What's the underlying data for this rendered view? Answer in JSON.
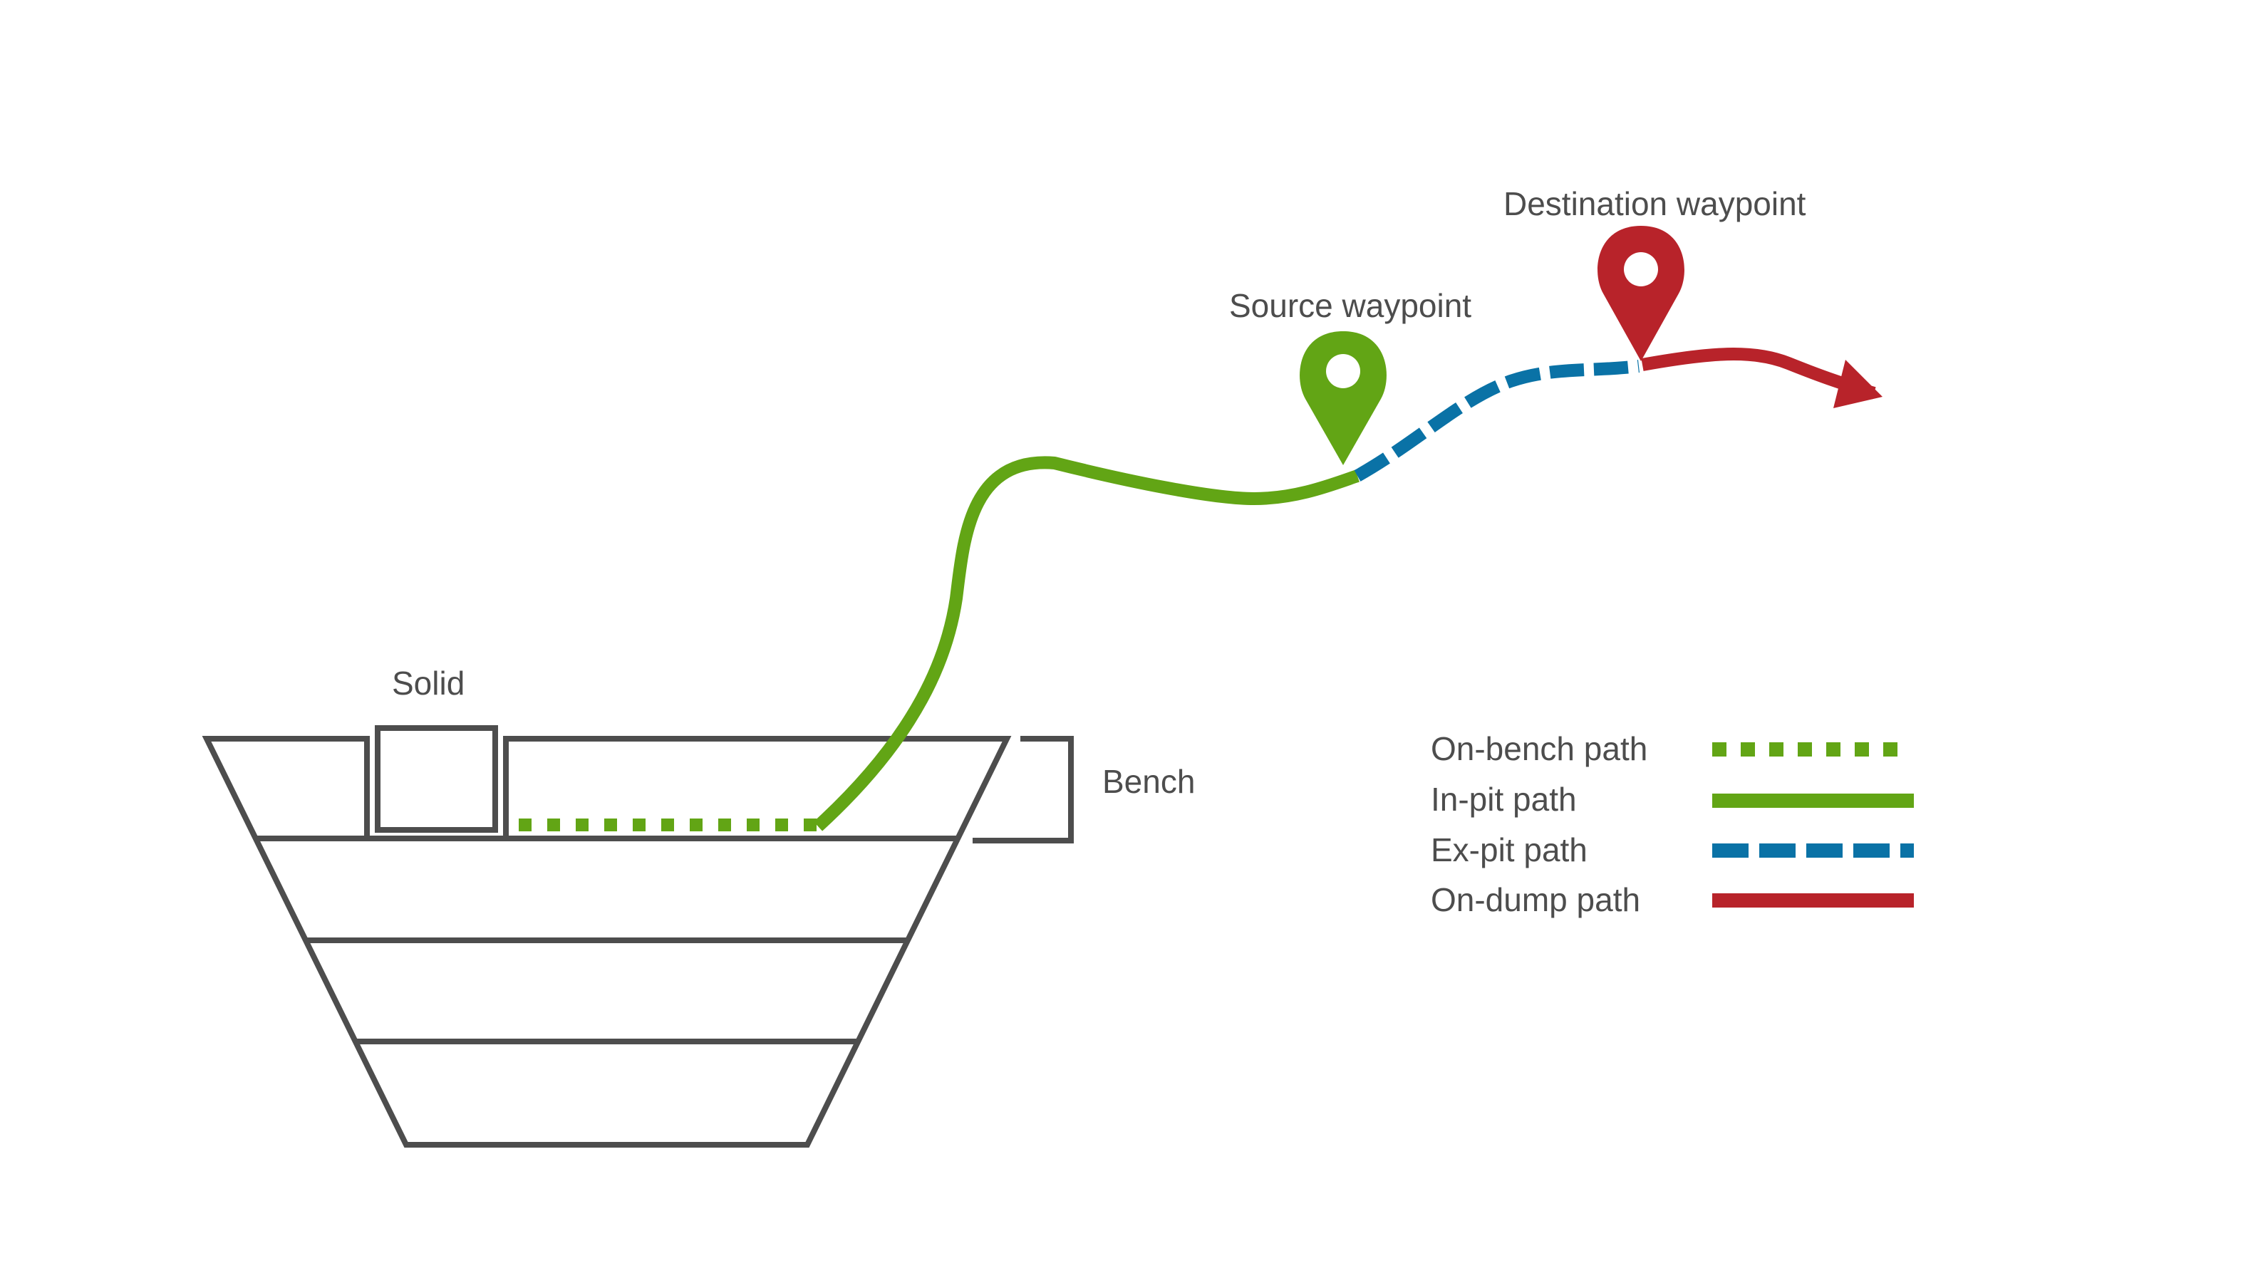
{
  "labels": {
    "solid": "Solid",
    "bench": "Bench",
    "source_waypoint": "Source waypoint",
    "destination_waypoint": "Destination waypoint"
  },
  "legend": [
    {
      "label": "On-bench path",
      "style": "dotted",
      "color": "#62a515"
    },
    {
      "label": "In-pit path",
      "style": "solid",
      "color": "#62a515"
    },
    {
      "label": "Ex-pit path",
      "style": "dashed",
      "color": "#0a72a6"
    },
    {
      "label": "On-dump path",
      "style": "solid",
      "color": "#b8232a"
    }
  ],
  "colors": {
    "outline": "#4d4d4d",
    "green": "#62a515",
    "blue": "#0a72a6",
    "red": "#b8232a"
  },
  "icons": {
    "source": "map-pin-icon",
    "destination": "map-pin-icon",
    "arrow": "arrowhead-icon"
  }
}
